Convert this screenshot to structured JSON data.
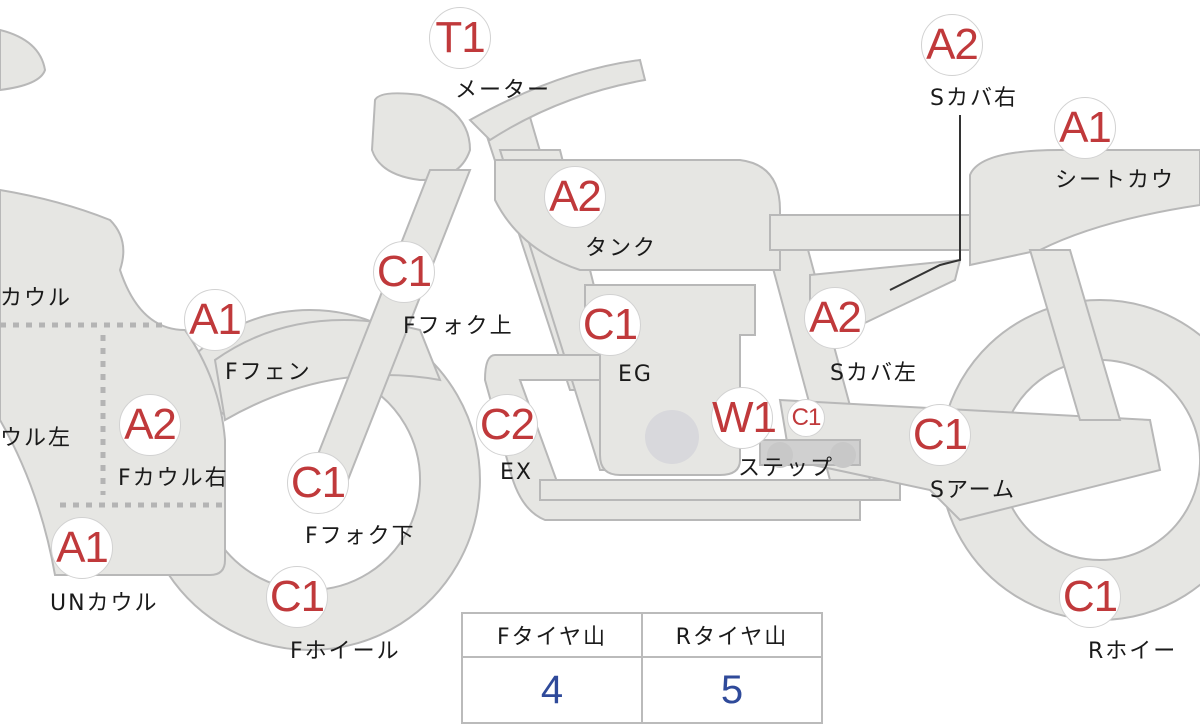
{
  "parts": [
    {
      "id": "meter",
      "grade": "T1",
      "label": "メーター"
    },
    {
      "id": "s-cover-right",
      "grade": "A2",
      "label": "Sカバ右"
    },
    {
      "id": "seat-cowl",
      "grade": "A1",
      "label": "シートカウ"
    },
    {
      "id": "tank",
      "grade": "A2",
      "label": "タンク"
    },
    {
      "id": "f-fork-upper",
      "grade": "C1",
      "label": "Fフォク上"
    },
    {
      "id": "f-cowl",
      "label": "カウル"
    },
    {
      "id": "f-fender",
      "grade": "A1",
      "label": "Fフェン"
    },
    {
      "id": "engine",
      "grade": "C1",
      "label": "EG"
    },
    {
      "id": "s-cover-left",
      "grade": "A2",
      "label": "Sカバ左"
    },
    {
      "id": "f-cowl-left",
      "label": "ウル左"
    },
    {
      "id": "f-cowl-right",
      "grade": "A2",
      "label": "Fカウル右"
    },
    {
      "id": "exhaust",
      "grade": "C2",
      "label": "EX"
    },
    {
      "id": "step",
      "grade": "W1",
      "grade2": "C1",
      "label": "ステップ"
    },
    {
      "id": "swing-arm",
      "grade": "C1",
      "label": "Sアーム"
    },
    {
      "id": "f-fork-lower",
      "grade": "C1",
      "label": "Fフォク下"
    },
    {
      "id": "under-cowl",
      "grade": "A1",
      "label": "UNカウル"
    },
    {
      "id": "f-wheel",
      "grade": "C1",
      "label": "Fホイール"
    },
    {
      "id": "r-wheel",
      "grade": "C1",
      "label": "Rホイー"
    }
  ],
  "tire_table": {
    "headers": [
      "Fタイヤ山",
      "Rタイヤ山"
    ],
    "values": [
      "4",
      "5"
    ]
  },
  "colors": {
    "grade": "#c0393b",
    "value": "#2f4a9a",
    "body_fill": "#e6e6e3",
    "outline": "#b8b8b8"
  }
}
